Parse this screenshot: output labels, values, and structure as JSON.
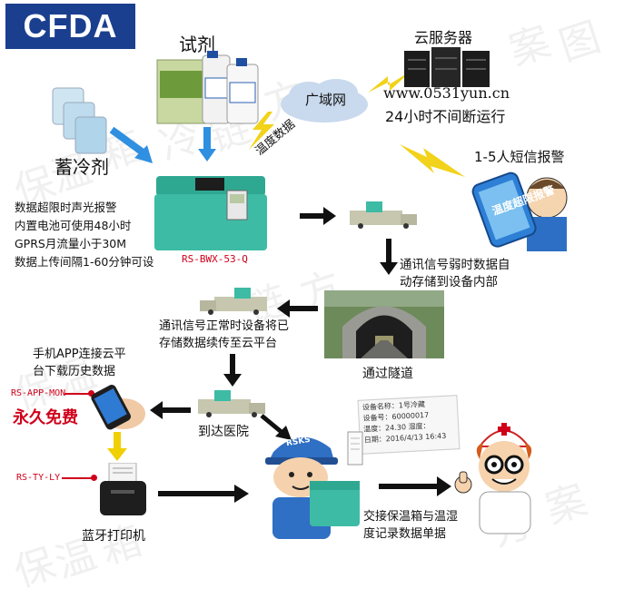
{
  "logo": {
    "text": "CFDA",
    "color": "#1b3f8f"
  },
  "labels": {
    "reagent": "试剂",
    "ice_pack": "蓄冷剂",
    "wan": "广域网",
    "temp_data": "温度数据",
    "cloud_server": "云服务器",
    "website": "www.0531yun.cn",
    "uptime": "24小时不间断运行",
    "sms_alarm": "1-5人短信报警",
    "alarm_screen": "温度超限报警",
    "box_model": "RS-BWX-53-Q",
    "features": [
      "数据超限时声光报警",
      "内置电池可使用48小时",
      "GPRS月流量小于30M",
      "数据上传间隔1-60分钟可设"
    ],
    "weak_signal": [
      "通讯信号弱时数据自",
      "动存储到设备内部"
    ],
    "normal_signal": [
      "通讯信号正常时设备将已",
      "存储数据续传至云平台"
    ],
    "tunnel": "通过隧道",
    "app_connect": [
      "手机APP连接云平",
      "台下载历史数据"
    ],
    "app_model": "RS-APP-MON",
    "free": "永久免费",
    "hospital": "到达医院",
    "printer_model": "RS-TY-LY",
    "bt_printer": "蓝牙打印机",
    "handover": [
      "交接保温箱与温湿",
      "度记录数据单据"
    ],
    "receipt": [
      "设备名称：1号冷藏",
      "设备号：60000017",
      "温度：24.30   湿度：",
      "日期：2016/4/13 16:43"
    ],
    "worker_cap": "RSKS"
  },
  "watermark": [
    "保",
    "温",
    "箱",
    "冷",
    "链",
    "方",
    "案",
    "图"
  ],
  "colors": {
    "accent": "#d0001b",
    "box": "#3dbba5",
    "arrow_blue": "#2f8fe0",
    "arrow_yellow": "#f0d000",
    "bolt": "#f2d21a",
    "logo_bg": "#1b3f8f"
  }
}
